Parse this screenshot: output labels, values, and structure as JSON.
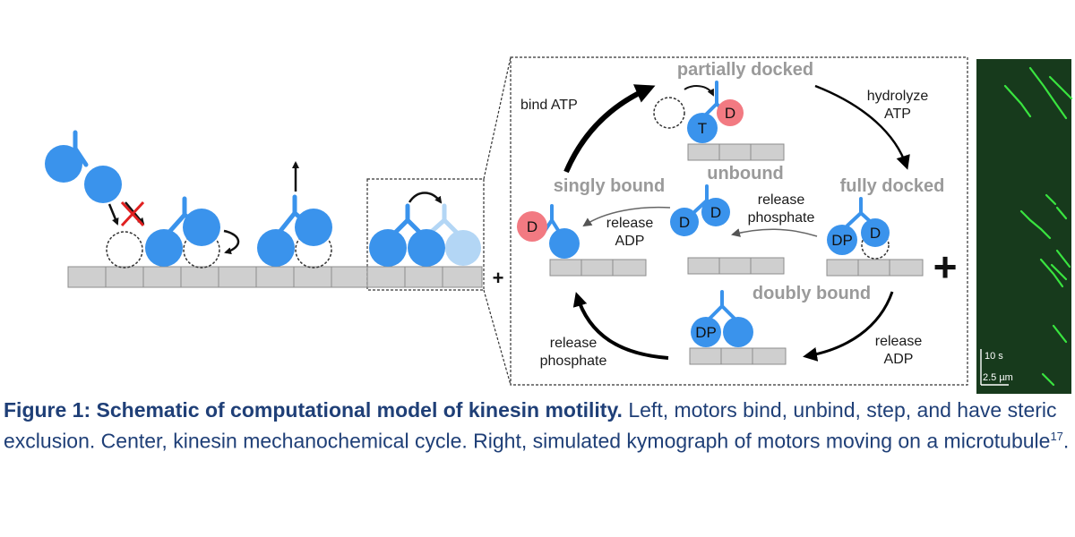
{
  "figure": {
    "cycle": {
      "stages": {
        "partially_docked": "partially docked",
        "fully_docked": "fully docked",
        "singly_bound": "singly bound",
        "unbound": "unbound",
        "doubly_bound": "doubly bound"
      },
      "transitions": {
        "bind_atp": "bind ATP",
        "hydrolyze_1": "hydrolyze",
        "hydrolyze_2": "ATP",
        "release_phosphate_center_1": "release",
        "release_phosphate_center_2": "phosphate",
        "release_adp_left_1": "release",
        "release_adp_left_2": "ADP",
        "release_adp_right_1": "release",
        "release_adp_right_2": "ADP",
        "release_phosphate_bottom_1": "release",
        "release_phosphate_bottom_2": "phosphate"
      },
      "nucleotides": {
        "t": "T",
        "d": "D",
        "dp": "DP"
      }
    },
    "plus_sign": "+",
    "kymograph": {
      "time_scale": "10 s",
      "length_scale": "2.5 µm"
    }
  },
  "caption": {
    "title": "Figure 1: Schematic of computational model of kinesin motility.",
    "body": " Left, motors bind, unbind, step, and have steric exclusion. Center,  kinesin mechanochemical cycle. Right, simulated kymograph of motors moving on a microtubule",
    "reference": "17",
    "end": "."
  },
  "colors": {
    "motor_blue": "#3a93ec",
    "motor_light": "#b3d6f5",
    "adp_red": "#f27a82",
    "tubulin": "#cfcfcf",
    "stage_gray": "#9a9a9a",
    "kymo_bg": "#173a1c",
    "kymo_track": "#39e43f",
    "caption_blue": "#1f3f77",
    "exclusion_x": "#e02020"
  }
}
